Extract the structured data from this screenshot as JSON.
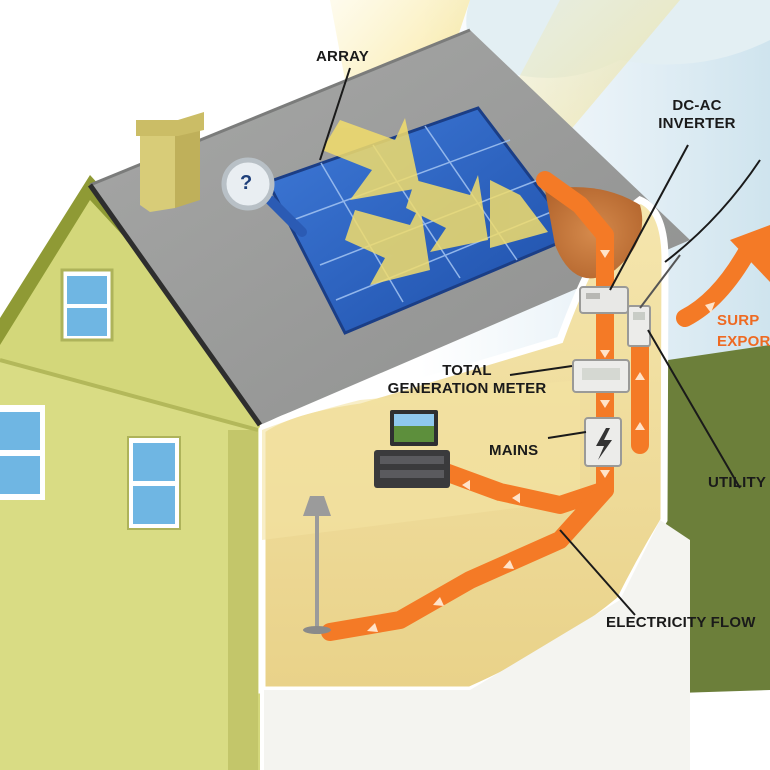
{
  "labels": {
    "array": "ARRAY",
    "inverter_line1": "DC-AC",
    "inverter_line2": "INVERTER",
    "total_line1": "TOTAL",
    "total_line2": "GENERATION METER",
    "mains": "MAINS",
    "utility": "UTILITY",
    "surplus_line1": "SURP",
    "surplus_line2": "EXPOR",
    "flow": "ELECTRICITY FLOW",
    "magnifier": "?"
  },
  "colors": {
    "flow": "#f47a26",
    "wall": "#d8dc7e",
    "roof": "#9b9c9b",
    "panel": "#2a5fc2",
    "grass": "#6c7f3a",
    "label": "#1a1a1a",
    "export_label": "#ee6a22"
  }
}
